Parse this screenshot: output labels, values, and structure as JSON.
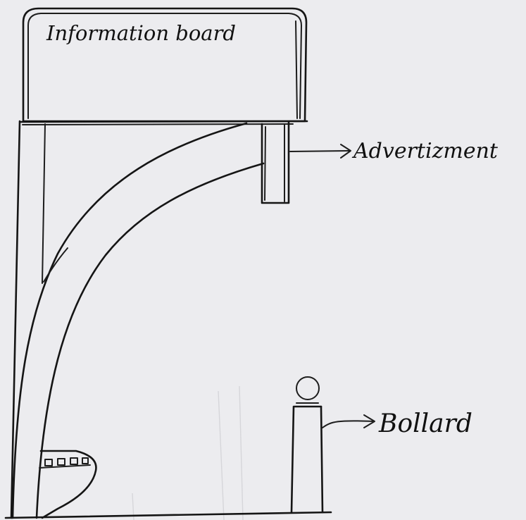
{
  "labels": {
    "information_board": "Information board",
    "advertisement": "Advertizment",
    "bollard": "Bollard"
  },
  "colors": {
    "paper": "#ececef",
    "ink": "#151515"
  }
}
